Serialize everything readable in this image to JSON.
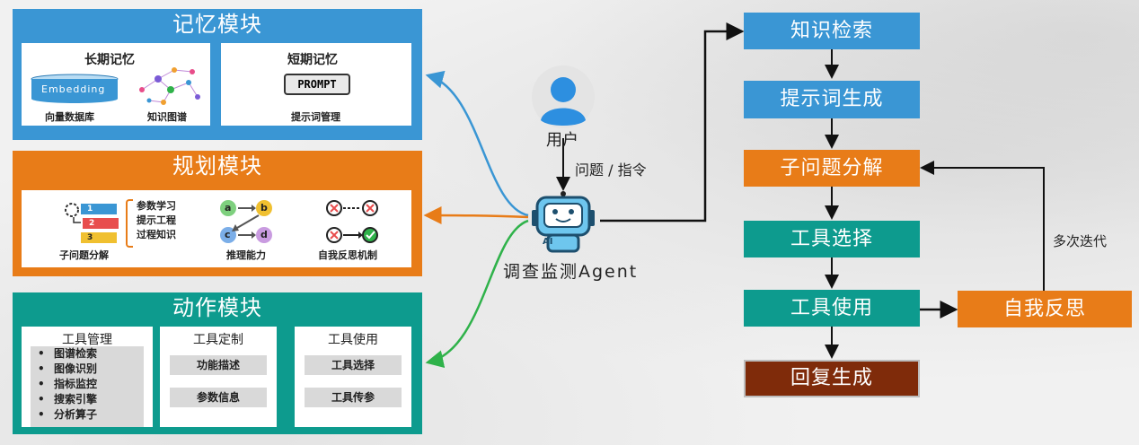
{
  "memory": {
    "title": "记忆模块",
    "long_term": {
      "title": "长期记忆",
      "embedding_label": "Embedding",
      "vector_db": "向量数据库",
      "knowledge_graph": "知识图谱"
    },
    "short_term": {
      "title": "短期记忆",
      "prompt_label": "PROMPT",
      "prompt_mgmt": "提示词管理"
    }
  },
  "planning": {
    "title": "规划模块",
    "subproblem": "子问题分解",
    "params": [
      "参数学习",
      "提示工程",
      "过程知识"
    ],
    "reasoning": "推理能力",
    "reflection": "自我反思机制",
    "badges": [
      "1",
      "2",
      "3"
    ],
    "reason_letters": [
      "a",
      "b",
      "c",
      "d"
    ]
  },
  "action": {
    "title": "动作模块",
    "management": {
      "title": "工具管理",
      "items": [
        "图谱检索",
        "图像识别",
        "指标监控",
        "搜索引擎",
        "分析算子"
      ]
    },
    "customize": {
      "title": "工具定制",
      "items": [
        "功能描述",
        "参数信息"
      ]
    },
    "usage": {
      "title": "工具使用",
      "items": [
        "工具选择",
        "工具传参"
      ]
    }
  },
  "center": {
    "user_label": "用户",
    "query_label": "问题 / 指令",
    "agent_label": "调查监测Agent",
    "ai_label": "AI"
  },
  "flow": {
    "knowledge_retrieval": "知识检索",
    "prompt_generation": "提示词生成",
    "subproblem_decomp": "子问题分解",
    "tool_selection": "工具选择",
    "tool_usage": "工具使用",
    "response_generation": "回复生成",
    "self_reflection": "自我反思",
    "iteration_label": "多次迭代"
  },
  "colors": {
    "blue": "#3a96d4",
    "orange": "#e87c18",
    "teal": "#0d9b8e",
    "brown": "#7f2b0a",
    "accent_green": "#2fb24a"
  }
}
